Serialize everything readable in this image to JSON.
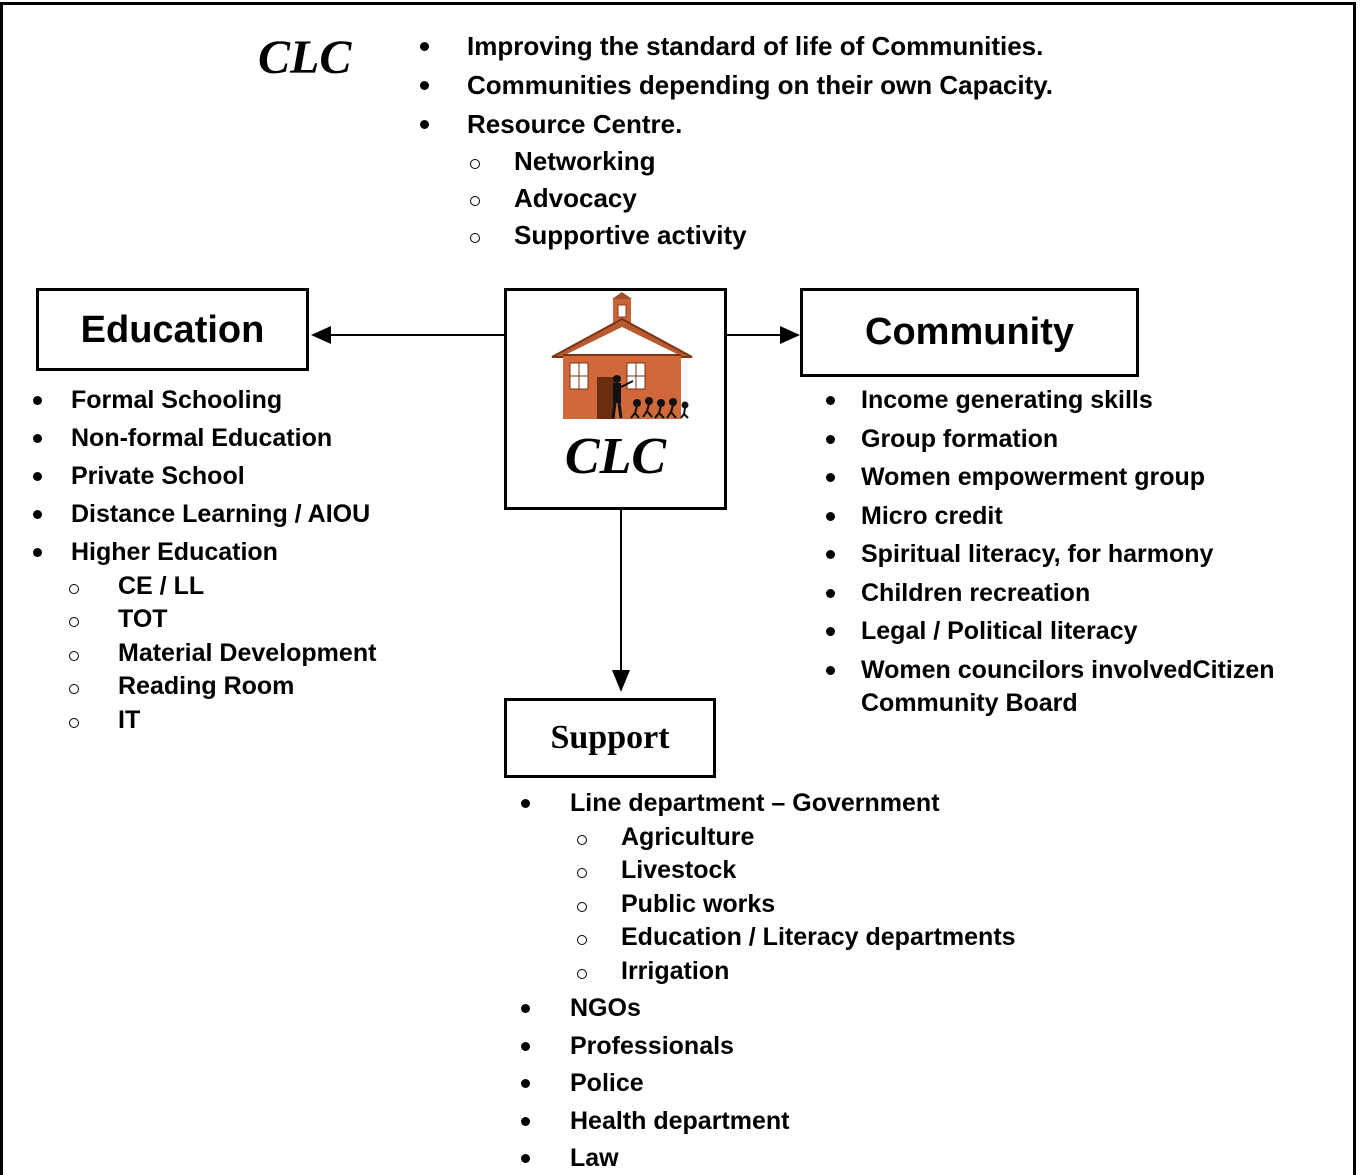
{
  "page": {
    "clipped_title": "Theory Of Change Community"
  },
  "header": {
    "logo_text": "CLC",
    "items": [
      {
        "text": "Improving the standard of life of Communities.",
        "level": 1
      },
      {
        "text": "Communities depending on their own Capacity.",
        "level": 1
      },
      {
        "text": "Resource Centre.",
        "level": 1
      },
      {
        "text": "Networking",
        "level": 2
      },
      {
        "text": "Advocacy",
        "level": 2
      },
      {
        "text": "Supportive activity",
        "level": 2
      }
    ]
  },
  "center": {
    "label": "CLC",
    "icon": "schoolhouse-icon"
  },
  "education": {
    "title": "Education",
    "items": [
      {
        "text": "Formal Schooling",
        "level": 1
      },
      {
        "text": "Non-formal Education",
        "level": 1
      },
      {
        "text": "Private School",
        "level": 1
      },
      {
        "text": "Distance Learning / AIOU",
        "level": 1
      },
      {
        "text": "Higher Education",
        "level": 1
      },
      {
        "text": "CE / LL",
        "level": 2
      },
      {
        "text": "TOT",
        "level": 2
      },
      {
        "text": "Material Development",
        "level": 2
      },
      {
        "text": "Reading Room",
        "level": 2
      },
      {
        "text": "IT",
        "level": 2
      }
    ]
  },
  "community": {
    "title": "Community",
    "items": [
      {
        "text": "Income generating skills",
        "level": 1
      },
      {
        "text": "Group formation",
        "level": 1
      },
      {
        "text": "Women empowerment group",
        "level": 1
      },
      {
        "text": "Micro credit",
        "level": 1
      },
      {
        "text": "Spiritual literacy, for harmony",
        "level": 1
      },
      {
        "text": "Children recreation",
        "level": 1
      },
      {
        "text": "Legal / Political literacy",
        "level": 1
      },
      {
        "text": "Women councilors involvedCitizen",
        "level": 1
      },
      {
        "text": "Community Board",
        "level": 0
      }
    ]
  },
  "support": {
    "title": "Support",
    "items": [
      {
        "text": "Line department – Government",
        "level": 1
      },
      {
        "text": "Agriculture",
        "level": 2
      },
      {
        "text": "Livestock",
        "level": 2
      },
      {
        "text": "Public works",
        "level": 2
      },
      {
        "text": "Education / Literacy departments",
        "level": 2
      },
      {
        "text": "Irrigation",
        "level": 2
      },
      {
        "text": "NGOs",
        "level": 1
      },
      {
        "text": "Professionals",
        "level": 1
      },
      {
        "text": "Police",
        "level": 1
      },
      {
        "text": "Health department",
        "level": 1
      },
      {
        "text": "Law",
        "level": 1
      }
    ]
  }
}
